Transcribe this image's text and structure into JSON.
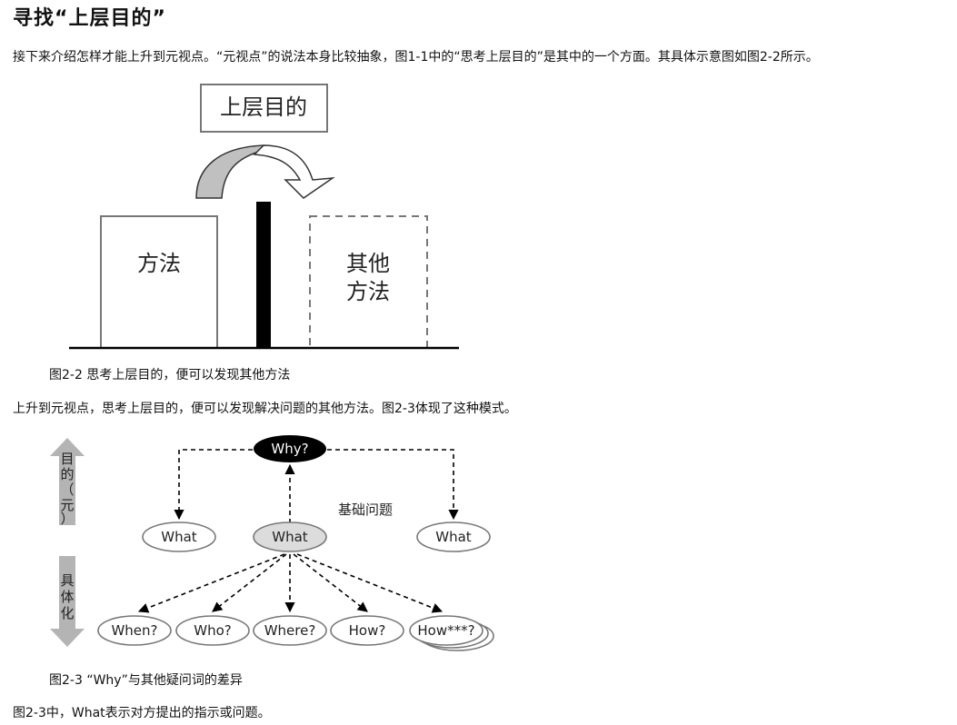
{
  "heading": "寻找“上层目的”",
  "intro": "接下来介绍怎样才能上升到元视点。“元视点”的说法本身比较抽象，图1-1中的“思考上层目的”是其中的一个方面。其具体示意图如图2-2所示。",
  "figure1": {
    "top_box": "上层目的",
    "left_box": "方法",
    "right_box_line1": "其他",
    "right_box_line2": "方法",
    "caption": "图2-2 思考上层目的，便可以发现其他方法"
  },
  "middle_text": "上升到元视点，思考上层目的，便可以发现解决问题的其他方法。图2-3体现了这种模式。",
  "figure2": {
    "up_arrow_label": [
      "目",
      "的",
      "（",
      "元",
      "）"
    ],
    "down_arrow_label": [
      "具",
      "体",
      "化"
    ],
    "why_node": "Why?",
    "what_left": "What",
    "what_center": "What",
    "what_right": "What",
    "base_question": "基础问题",
    "when_node": "When?",
    "who_node": "Who?",
    "where_node": "Where?",
    "how_node": "How?",
    "how_more_node": "How***?",
    "caption": "图2-3 “Why”与其他疑问词的差异"
  },
  "footer_text": "图2-3中，What表示对方提出的指示或问题。"
}
